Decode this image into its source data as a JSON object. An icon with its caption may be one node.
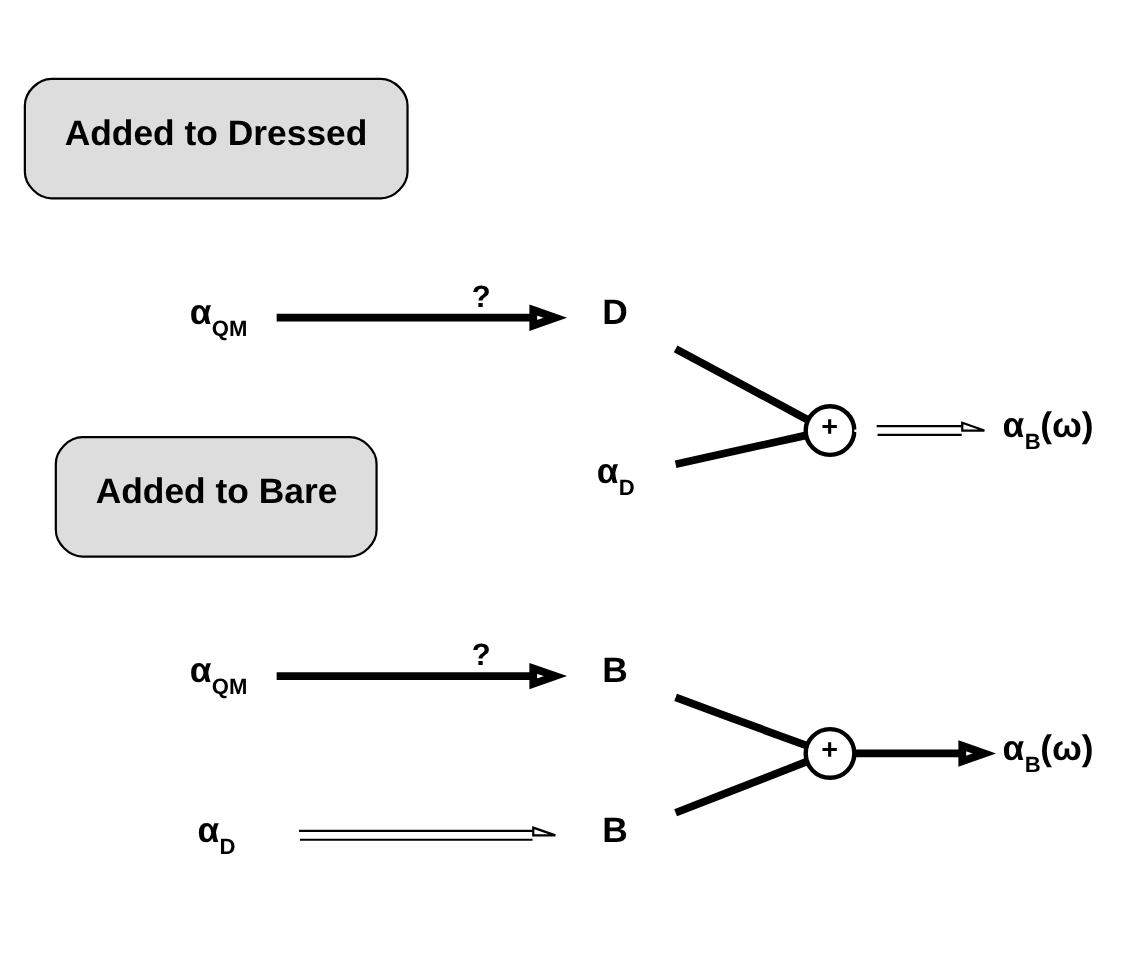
{
  "diagram": {
    "nodes": [
      {
        "text": [
          "α$_{QM}$"
        ]
      },
      {
        "text": [
          "B"
        ]
      },
      {
        "text": [
          "+"
        ]
      },
      {
        "text": [
          "α$_{B}$(ω)"
        ]
      },
      {
        "text": [
          "α$_{D}$"
        ]
      },
      {
        "text": [
          "B"
        ]
      },
      {
        "text": [
          "Added to Bare"
        ]
      },
      {
        "text": [
          "α$_{QM}$"
        ]
      },
      {
        "text": [
          "D"
        ]
      },
      {
        "text": [
          "+"
        ]
      },
      {
        "text": [
          "α$_{B}$(ω)"
        ]
      },
      {
        "text": [
          "α$_{D}$"
        ]
      },
      {
        "text": [
          "Added to Dressed"
        ]
      }
    ],
    "edges": [
      {
        "from": 0,
        "to": 1,
        "arrow": "to",
        "label": "?"
      },
      {
        "from": 1,
        "to": 2,
        "arrow": "none"
      },
      {
        "from": 2,
        "to": 3,
        "arrow": "to"
      },
      {
        "from": 4,
        "to": 5,
        "arrow": "both"
      },
      {
        "from": 5,
        "to": 2,
        "arrow": "none"
      },
      {
        "from": 7,
        "to": 8,
        "arrow": "to",
        "label": "?"
      },
      {
        "from": 8,
        "to": 9,
        "arrow": "none"
      },
      {
        "from": 9,
        "to": 10,
        "arrow": "both"
      },
      {
        "from": 11,
        "to": 9,
        "arrow": "none"
      }
    ]
  }
}
